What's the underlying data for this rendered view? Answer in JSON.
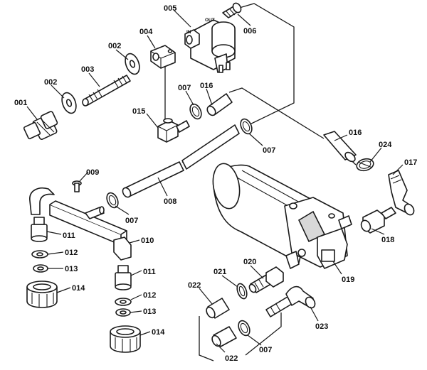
{
  "labels": {
    "p001": "001",
    "p002a": "002",
    "p002b": "002",
    "p003": "003",
    "p004": "004",
    "p005": "005",
    "p006": "006",
    "p007a": "007",
    "p007b": "007",
    "p007c": "007",
    "p007d": "007",
    "p008": "008",
    "p009": "009",
    "p010": "010",
    "p011a": "011",
    "p011b": "011",
    "p012a": "012",
    "p012b": "012",
    "p013a": "013",
    "p013b": "013",
    "p014a": "014",
    "p014b": "014",
    "p015": "015",
    "p016a": "016",
    "p016b": "016",
    "p017": "017",
    "p018": "018",
    "p019": "019",
    "p020": "020",
    "p021": "021",
    "p022a": "022",
    "p022b": "022",
    "p023": "023",
    "p024": "024"
  },
  "valve_marks": {
    "in": "IN",
    "out": "OUT"
  }
}
